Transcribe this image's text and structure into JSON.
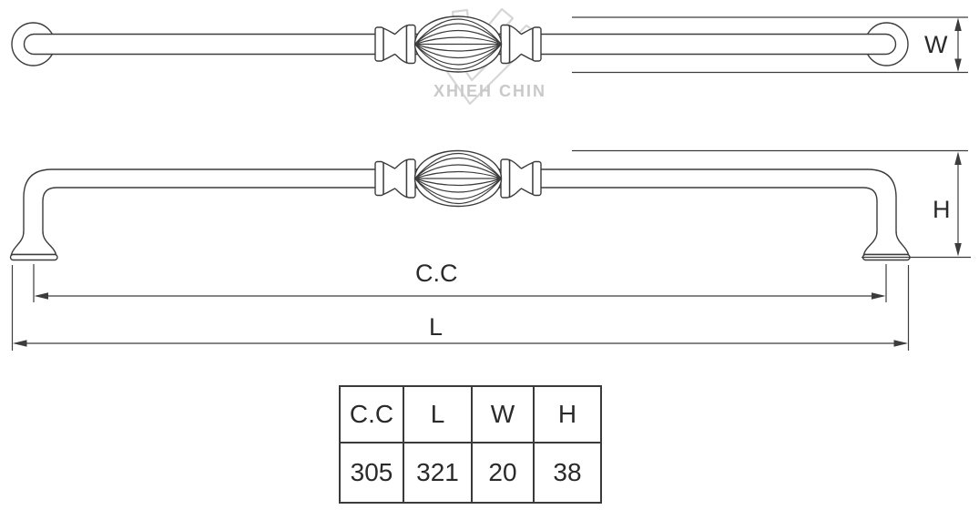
{
  "watermark": {
    "brand": "XHIEH CHIN"
  },
  "dimension_labels": {
    "w": "W",
    "h": "H",
    "cc": "C.C",
    "l": "L"
  },
  "spec_table": {
    "columns": [
      {
        "label": "C.C",
        "value": "305"
      },
      {
        "label": "L",
        "value": "321"
      },
      {
        "label": "W",
        "value": "20"
      },
      {
        "label": "H",
        "value": "38"
      }
    ]
  },
  "colors": {
    "line": "#3c3c3c",
    "text": "#2a2a2a",
    "table_border": "#3a3a3a",
    "watermark": "#c9c9c9"
  }
}
